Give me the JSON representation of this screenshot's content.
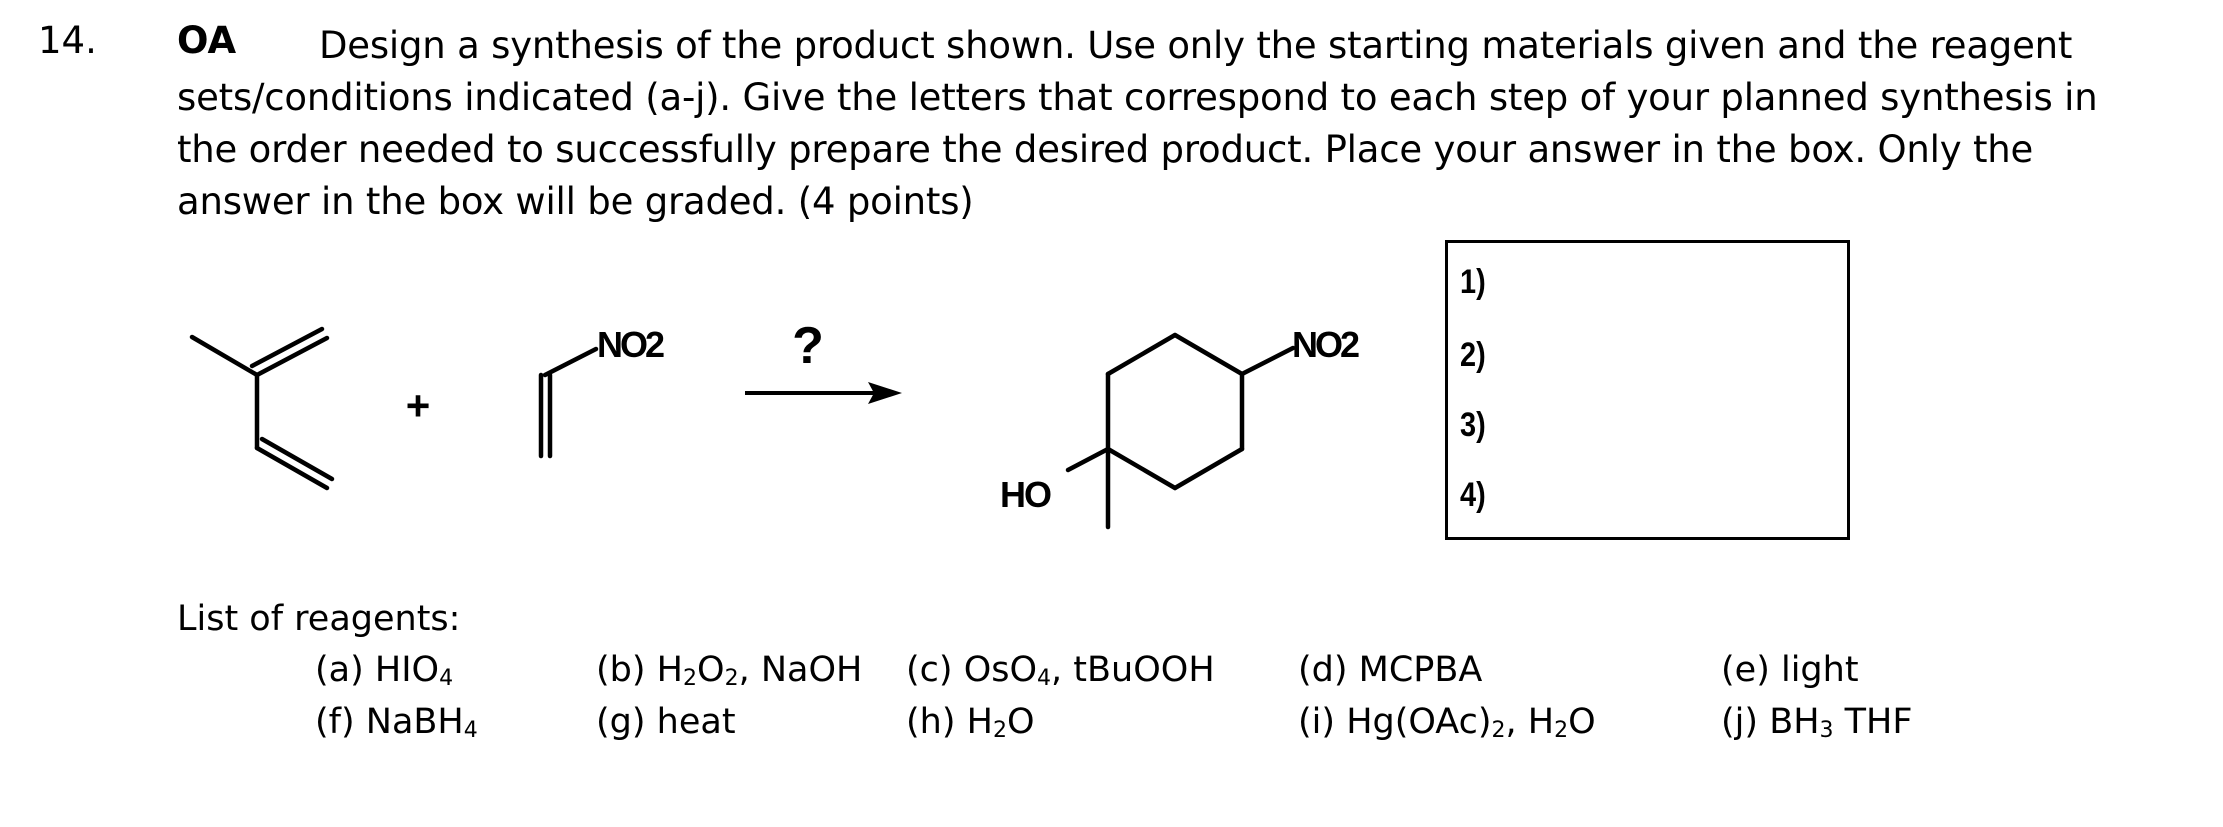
{
  "question": {
    "number": "14.",
    "tag": "OA",
    "prompt": "Design a synthesis of the product shown. Use only the starting materials given and the reagent sets/conditions indicated (a-j). Give the letters that correspond to each step of your planned synthesis in the order needed to successfully prepare the desired product. Place your answer in the box.  Only the answer in the box will be graded. (4 points)"
  },
  "scheme": {
    "plus_sign": "+",
    "question_mark": "?",
    "nitro_group_reactant": "NO2",
    "nitro_group_product": "NO2",
    "hydroxyl_label": "HO"
  },
  "answer_box": {
    "slots": [
      "1)",
      "2)",
      "3)",
      "4)"
    ]
  },
  "reagents": {
    "heading": "List of reagents:",
    "items": [
      {
        "letter": "(a)",
        "text": "HIO",
        "sub": "4",
        "tail": ""
      },
      {
        "letter": "(b)",
        "text": "H",
        "sub": "2",
        "text2": "O",
        "sub2": "2",
        "tail": ", NaOH"
      },
      {
        "letter": "(c)",
        "text": "OsO",
        "sub": "4",
        "tail": ", tBuOOH"
      },
      {
        "letter": "(d)",
        "text": "MCPBA",
        "sub": "",
        "tail": ""
      },
      {
        "letter": "(e)",
        "text": "light",
        "sub": "",
        "tail": ""
      },
      {
        "letter": "(f)",
        "text": "NaBH",
        "sub": "4",
        "tail": ""
      },
      {
        "letter": "(g)",
        "text": "heat",
        "sub": "",
        "tail": ""
      },
      {
        "letter": "(h)",
        "text": "H",
        "sub": "2",
        "tail": "O"
      },
      {
        "letter": "(i)",
        "text": "Hg(OAc)",
        "sub": "2",
        "tail": ", H",
        "sub3": "2",
        "tail2": "O"
      },
      {
        "letter": "(j)",
        "text": "BH",
        "sub": "3",
        "tail": " THF"
      }
    ]
  }
}
